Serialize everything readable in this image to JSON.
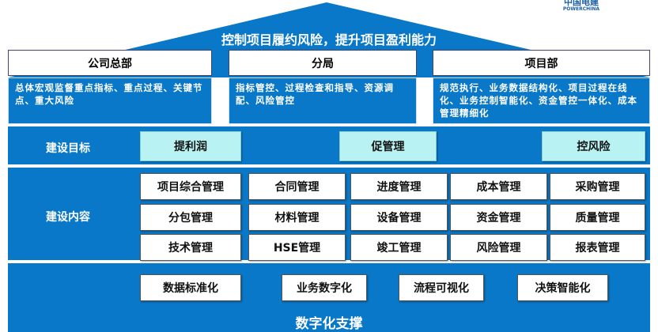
{
  "logo": {
    "cn": "中国电建",
    "en": "POWERCHINA"
  },
  "roof": {
    "title": "控制项目履约风险，提升项目盈利能力"
  },
  "levels": [
    {
      "name": "公司总部",
      "desc": "总体宏观监督重点指标、重点过程、关键节点、重大风险"
    },
    {
      "name": "分局",
      "desc": "指标管控、过程检查和指导、资源调配、风险管控"
    },
    {
      "name": "项目部",
      "desc": "规范执行、业务数据结构化、项目过程在线化、业务控制智能化、资金管控一体化、成本管理精细化"
    }
  ],
  "goals": {
    "label": "建设目标",
    "items": [
      "提利润",
      "促管理",
      "控风险"
    ]
  },
  "content": {
    "label": "建设内容",
    "items": [
      "项目综合管理",
      "合同管理",
      "进度管理",
      "成本管理",
      "采购管理",
      "分包管理",
      "材料管理",
      "设备管理",
      "资金管理",
      "质量管理",
      "技术管理",
      "HSE管理",
      "竣工管理",
      "风险管理",
      "报表管理"
    ]
  },
  "digital": {
    "label": "数字化支撑",
    "items": [
      "数据标准化",
      "业务数字化",
      "流程可视化",
      "决策智能化"
    ]
  },
  "colors": {
    "blue": "#0a78c8",
    "goal": "#b8f2f2"
  }
}
